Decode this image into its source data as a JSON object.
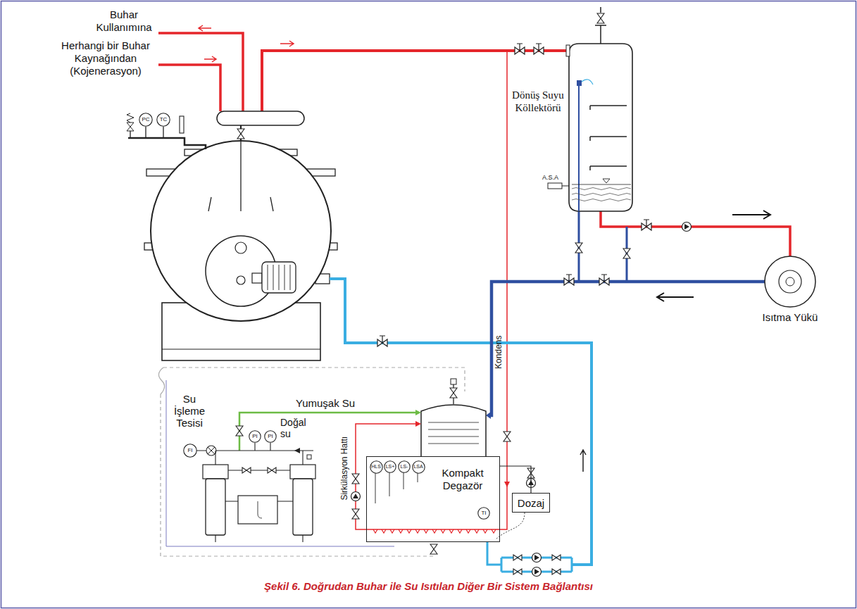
{
  "diagram": {
    "caption": "Şekil 6. Doğrudan Buhar ile Su Isıtılan Diğer Bir Sistem Bağlantısı",
    "nodes": [
      {
        "text": [
          "PC"
        ]
      },
      {
        "text": [
          "TC"
        ]
      },
      {
        "text": [
          "FI"
        ]
      },
      {
        "text": [
          "PI"
        ]
      },
      {
        "text": [
          "PI"
        ]
      },
      {
        "text": [
          "Kompakt Degazör"
        ]
      },
      {
        "text": [
          "HLS"
        ],
        "in": 5
      },
      {
        "text": [
          "LS+"
        ],
        "in": 5
      },
      {
        "text": [
          "LS-"
        ],
        "in": 5
      },
      {
        "text": [
          "LSA"
        ],
        "in": 5
      },
      {
        "text": [
          "TI"
        ],
        "in": 5
      },
      {
        "text": [
          "Dozaj"
        ]
      }
    ],
    "edges": [
      {
        "from": 11,
        "to": 5,
        "arrow": "none"
      }
    ],
    "labels": [
      "Buhar Kullanımına",
      "Herhangi bir Buhar Kaynağından (Kojenerasyon)",
      "Dönüş Suyu Köllektörü",
      "A.S.A",
      "Isıtma Yükü",
      "Kondens",
      "Yumuşak Su",
      "Su İşleme Tesisi",
      "Doğal su",
      "Sirkülasyon Hattı"
    ]
  }
}
